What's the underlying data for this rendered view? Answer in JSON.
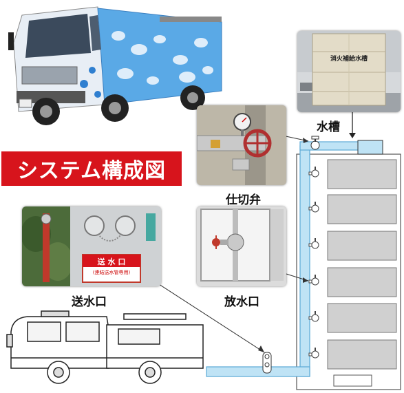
{
  "title": "システム構成図",
  "labels": {
    "water_tank": "水槽",
    "gate_valve": "仕切弁",
    "siamese_inlet": "送水口",
    "discharge_outlet": "放水口"
  },
  "photo_text": {
    "tank_sign": "消火補給水槽",
    "inlet_sign_main": "送 水 口",
    "inlet_sign_sub": "(連結送水管専用)"
  },
  "colors": {
    "banner": "#d7141c",
    "pipe_fill": "#bfe3f5",
    "pipe_stroke": "#5aa9d6",
    "floor_fill": "#d0d0d0",
    "truck_blue": "#2f7fd0"
  }
}
